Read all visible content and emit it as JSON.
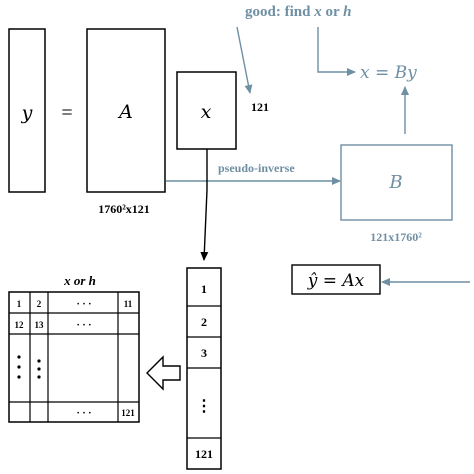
{
  "labels": {
    "y": "y",
    "equals": "=",
    "A": "A",
    "x": "x",
    "x_size": "121",
    "A_size": "1760²x121",
    "pseudo_inverse": "pseudo-inverse",
    "B": "B",
    "B_size": "121x1760²",
    "good_prefix": "good: find ",
    "good_x": "x",
    "good_or": " or ",
    "good_h": "h",
    "x_equals_By": "x = By",
    "y_hat_equals_Ax": "ŷ = Ax",
    "grid_title": "x or h"
  },
  "column_vector": [
    "1",
    "2",
    "3",
    "⋮",
    "121"
  ],
  "grid": {
    "row1": [
      "1",
      "2",
      "· · ·",
      "11"
    ],
    "row2": [
      "12",
      "13",
      "· · ·",
      ""
    ],
    "row_bottom": [
      "",
      "",
      "· · ·",
      "121"
    ]
  },
  "colors": {
    "black": "#000000",
    "blue_gray": "#6f8fa3"
  }
}
